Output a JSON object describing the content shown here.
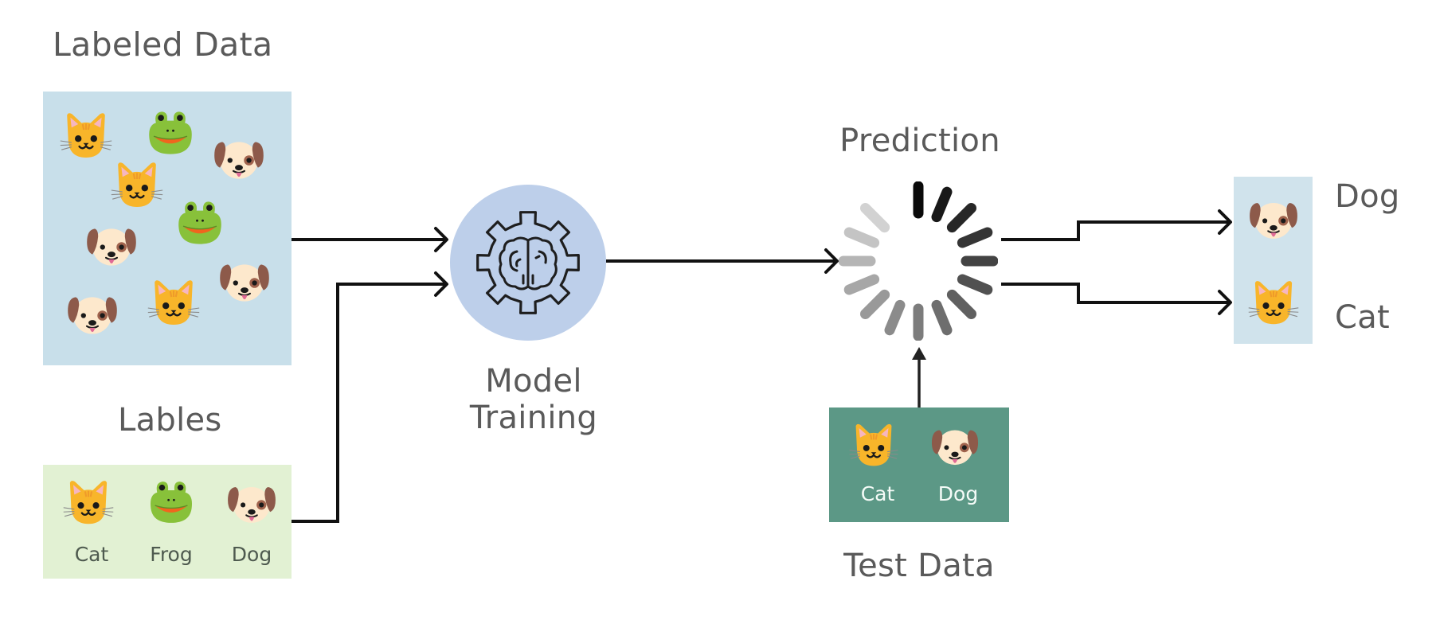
{
  "diagram": {
    "labeled_data": {
      "title": "Labeled Data",
      "background": "#c8dfea",
      "items": [
        "cat",
        "frog",
        "dog",
        "cat",
        "frog",
        "dog",
        "dog",
        "cat",
        "dog"
      ]
    },
    "labels": {
      "title": "Lables",
      "background": "#e2f1d3",
      "items": [
        {
          "icon": "cat",
          "label": "Cat"
        },
        {
          "icon": "frog",
          "label": "Frog"
        },
        {
          "icon": "dog",
          "label": "Dog"
        }
      ]
    },
    "model": {
      "title_line1": "Model",
      "title_line2": "Training",
      "icon": "gear-brain-icon",
      "circle_color": "#bdcfea"
    },
    "prediction": {
      "title": "Prediction",
      "icon": "loading-spinner-icon"
    },
    "test_data": {
      "title": "Test Data",
      "background": "#5c9886",
      "items": [
        {
          "icon": "cat",
          "label": "Cat"
        },
        {
          "icon": "dog",
          "label": "Dog"
        }
      ]
    },
    "output": {
      "background": "#d0e3ec",
      "items": [
        {
          "icon": "dog",
          "label": "Dog"
        },
        {
          "icon": "cat",
          "label": "Cat"
        }
      ]
    }
  }
}
